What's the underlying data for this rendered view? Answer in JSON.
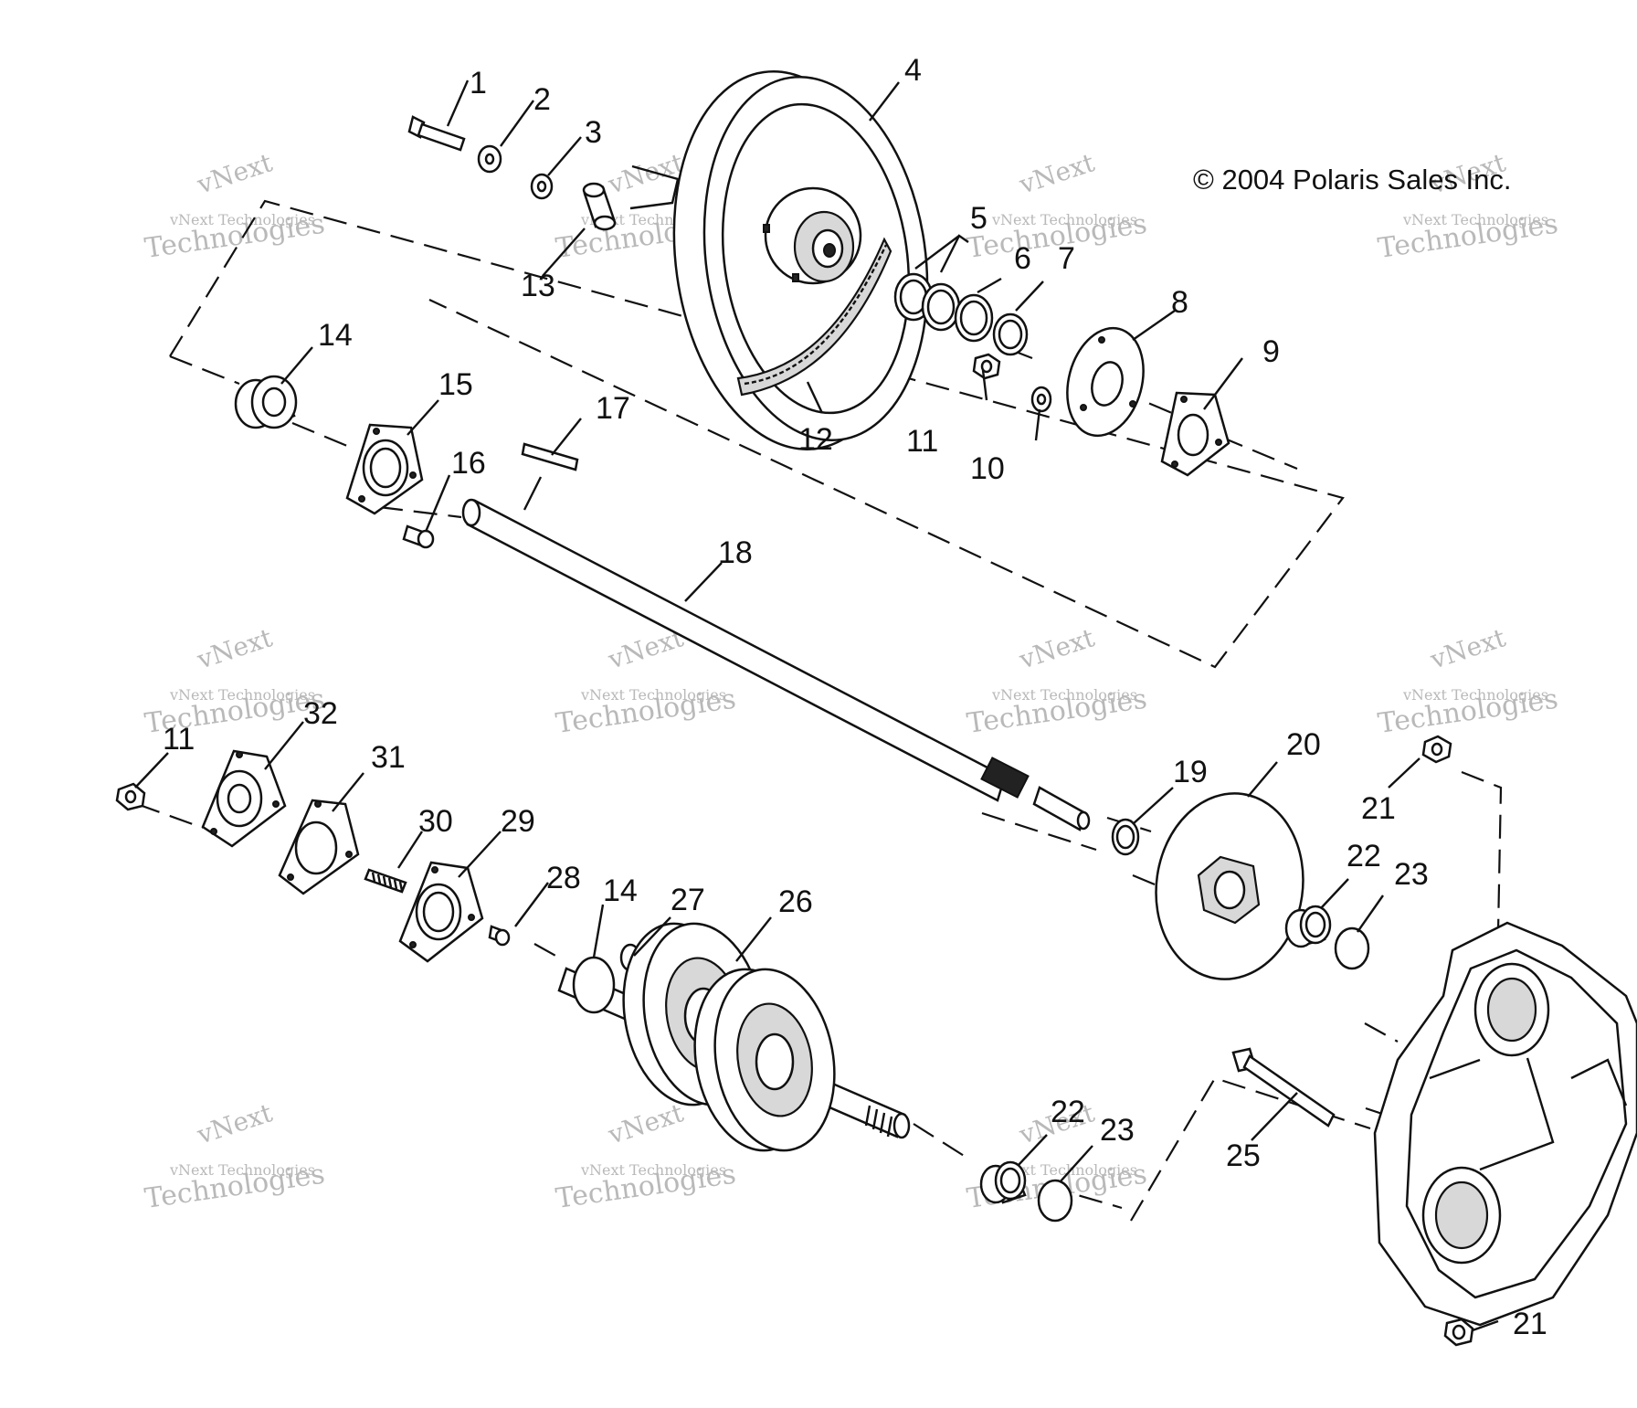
{
  "copyright": "© 2004 Polaris Sales Inc.",
  "watermark": {
    "line1": "vNext",
    "line2": "vNext Technologies",
    "line3": "Technologies"
  },
  "parts": [
    {
      "id": "p1",
      "label": "1"
    },
    {
      "id": "p2",
      "label": "2"
    },
    {
      "id": "p3",
      "label": "3"
    },
    {
      "id": "p4",
      "label": "4"
    },
    {
      "id": "p5",
      "label": "5"
    },
    {
      "id": "p6",
      "label": "6"
    },
    {
      "id": "p7",
      "label": "7"
    },
    {
      "id": "p8",
      "label": "8"
    },
    {
      "id": "p9",
      "label": "9"
    },
    {
      "id": "p10",
      "label": "10"
    },
    {
      "id": "p11a",
      "label": "11"
    },
    {
      "id": "p12",
      "label": "12"
    },
    {
      "id": "p13",
      "label": "13"
    },
    {
      "id": "p14a",
      "label": "14"
    },
    {
      "id": "p15",
      "label": "15"
    },
    {
      "id": "p16",
      "label": "16"
    },
    {
      "id": "p17",
      "label": "17"
    },
    {
      "id": "p18",
      "label": "18"
    },
    {
      "id": "p19",
      "label": "19"
    },
    {
      "id": "p20",
      "label": "20"
    },
    {
      "id": "p21a",
      "label": "21"
    },
    {
      "id": "p22a",
      "label": "22"
    },
    {
      "id": "p23a",
      "label": "23"
    },
    {
      "id": "p11b",
      "label": "11"
    },
    {
      "id": "p32",
      "label": "32"
    },
    {
      "id": "p31",
      "label": "31"
    },
    {
      "id": "p30",
      "label": "30"
    },
    {
      "id": "p29",
      "label": "29"
    },
    {
      "id": "p28",
      "label": "28"
    },
    {
      "id": "p14b",
      "label": "14"
    },
    {
      "id": "p27",
      "label": "27"
    },
    {
      "id": "p26",
      "label": "26"
    },
    {
      "id": "p22b",
      "label": "22"
    },
    {
      "id": "p23b",
      "label": "23"
    },
    {
      "id": "p25",
      "label": "25"
    },
    {
      "id": "p21b",
      "label": "21"
    }
  ]
}
